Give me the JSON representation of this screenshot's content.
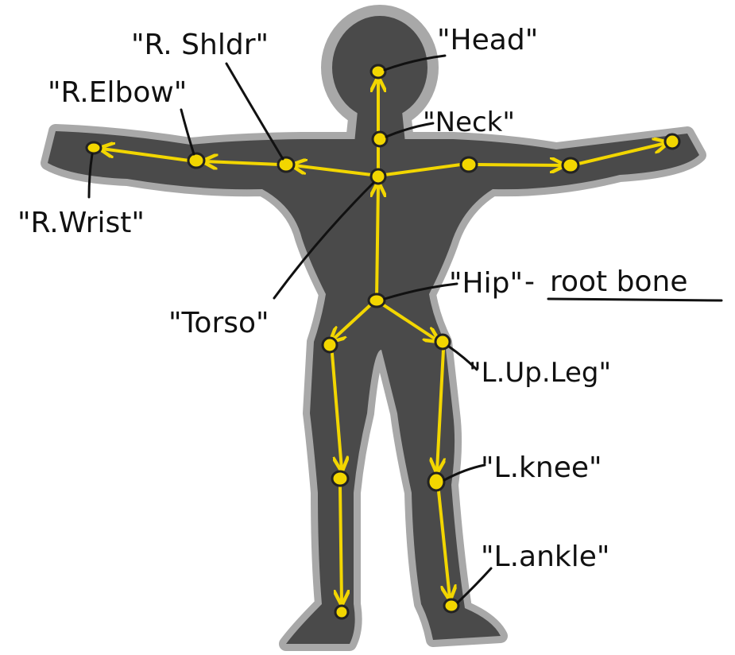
{
  "labels": {
    "head": "\"Head\"",
    "neck": "\"Neck\"",
    "r_shldr": "\"R. Shldr\"",
    "r_elbow": "\"R.Elbow\"",
    "r_wrist": "\"R.Wrist\"",
    "torso": "\"Torso\"",
    "hip": "\"Hip\"",
    "hip_dash": "-",
    "root_bone": "root bone",
    "l_up_leg": "\"L.Up.Leg\"",
    "l_knee": "\"L.knee\"",
    "l_ankle": "\"L.ankle\""
  },
  "colors": {
    "body_fill": "#4a4a4a",
    "body_glow": "#9a9a9a",
    "bone": "#f2d600",
    "joint_stroke": "#222222",
    "ink": "#111111"
  }
}
